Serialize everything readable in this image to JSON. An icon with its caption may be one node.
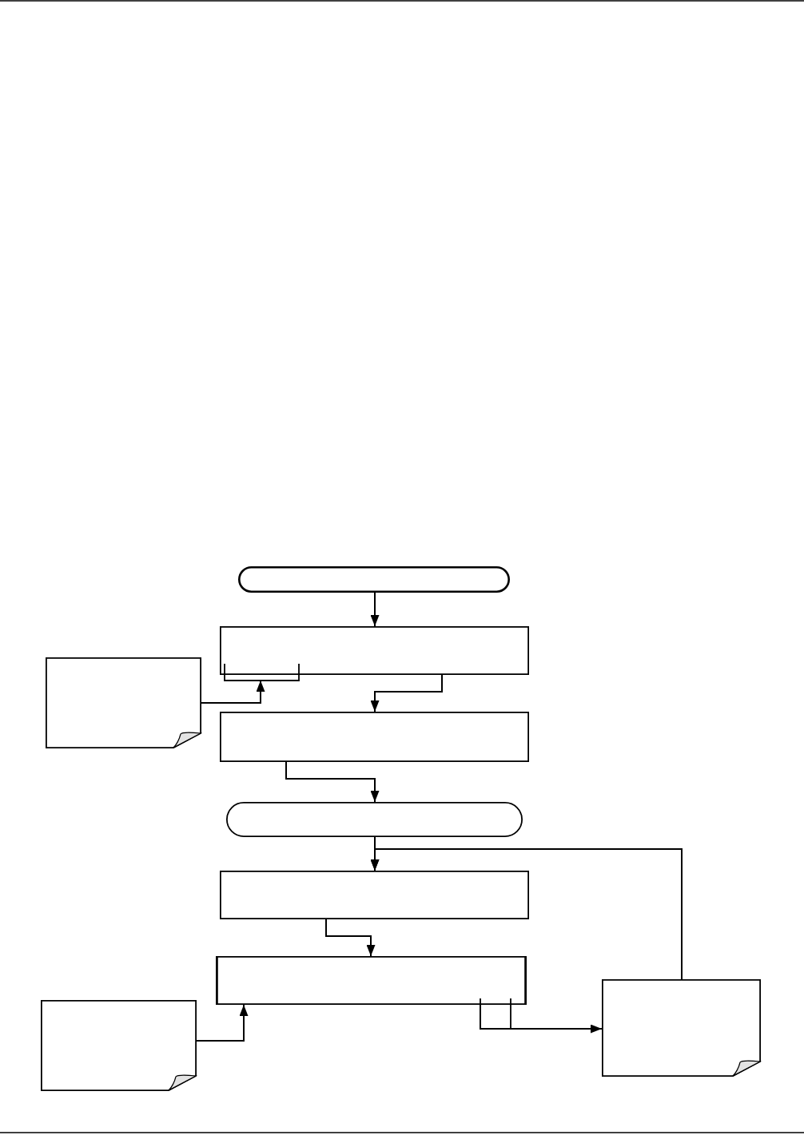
{
  "diagram": {
    "nodes": [
      {
        "text": [],
        "shape": "pill"
      },
      {
        "text": [],
        "shape": "box"
      },
      {
        "text": [],
        "shape": "note"
      },
      {
        "text": [],
        "shape": "box"
      },
      {
        "text": [],
        "shape": "pill"
      },
      {
        "text": [],
        "shape": "box"
      },
      {
        "text": [],
        "shape": "box"
      },
      {
        "text": [],
        "shape": "note"
      },
      {
        "text": [],
        "shape": "note"
      }
    ],
    "edges": [
      {
        "from": 0,
        "to": 1,
        "arrow": "to"
      },
      {
        "from": 1,
        "to": 3,
        "arrow": "to"
      },
      {
        "from": 2,
        "to": 1,
        "arrow": "to"
      },
      {
        "from": 3,
        "to": 4,
        "arrow": "to"
      },
      {
        "from": 4,
        "to": 5,
        "arrow": "to"
      },
      {
        "from": 5,
        "to": 6,
        "arrow": "to"
      },
      {
        "from": 7,
        "to": 5,
        "arrow": "to"
      },
      {
        "from": 8,
        "to": 6,
        "arrow": "to"
      },
      {
        "from": 6,
        "to": 7,
        "arrow": "to"
      }
    ]
  }
}
